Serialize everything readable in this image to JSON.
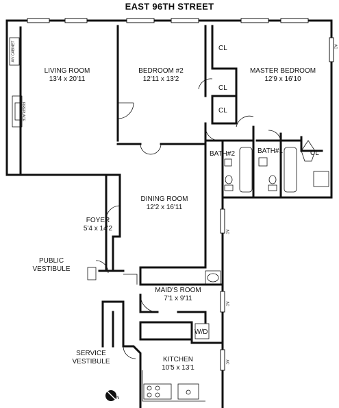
{
  "street": "EAST 96TH STREET",
  "rooms": {
    "living": {
      "name": "LIVING ROOM",
      "dims": "13'4 x 20'11"
    },
    "bedroom2": {
      "name": "BEDROOM #2",
      "dims": "12'11 x 13'2"
    },
    "master": {
      "name": "MASTER BEDROOM",
      "dims": "12'9 x 16'10"
    },
    "dining": {
      "name": "DINING ROOM",
      "dims": "12'2 x 16'11"
    },
    "foyer": {
      "name": "FOYER",
      "dims": "5'4 x 14'2"
    },
    "maid": {
      "name": "MAID'S ROOM",
      "dims": "7'1 x 9'11"
    },
    "kitchen": {
      "name": "KITCHEN",
      "dims": "10'5 x 13'1"
    }
  },
  "labels": {
    "bath2": "BATH#2",
    "bath1": "BATH#1",
    "cl": "CL",
    "wd": "W/D",
    "public_vestibule": [
      "PUBLIC",
      "VESTIBULE"
    ],
    "service_vestibule": [
      "SERVICE",
      "VESTIBULE"
    ],
    "av_cabinet": "A/V CABINET",
    "fireplace": "FIREPLACE",
    "ac": "AC",
    "north": "N"
  }
}
